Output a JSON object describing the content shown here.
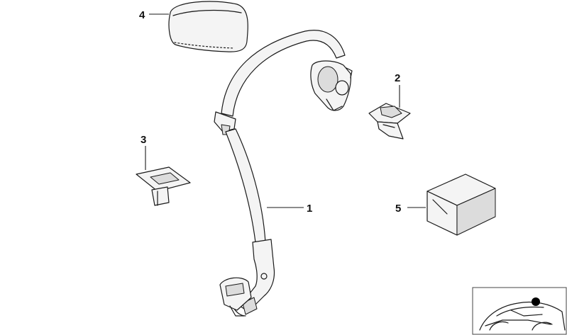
{
  "callouts": {
    "belt": "1",
    "bracket": "2",
    "cover": "3",
    "headrest": "4",
    "kit": "5"
  },
  "colors": {
    "line": "#1a1a1a",
    "fill": "#f4f4f4",
    "shade": "#dcdcdc",
    "marker": "#000000"
  },
  "icons": {
    "car_thumbnail": "car-location-icon",
    "marker": "location-dot-icon"
  }
}
